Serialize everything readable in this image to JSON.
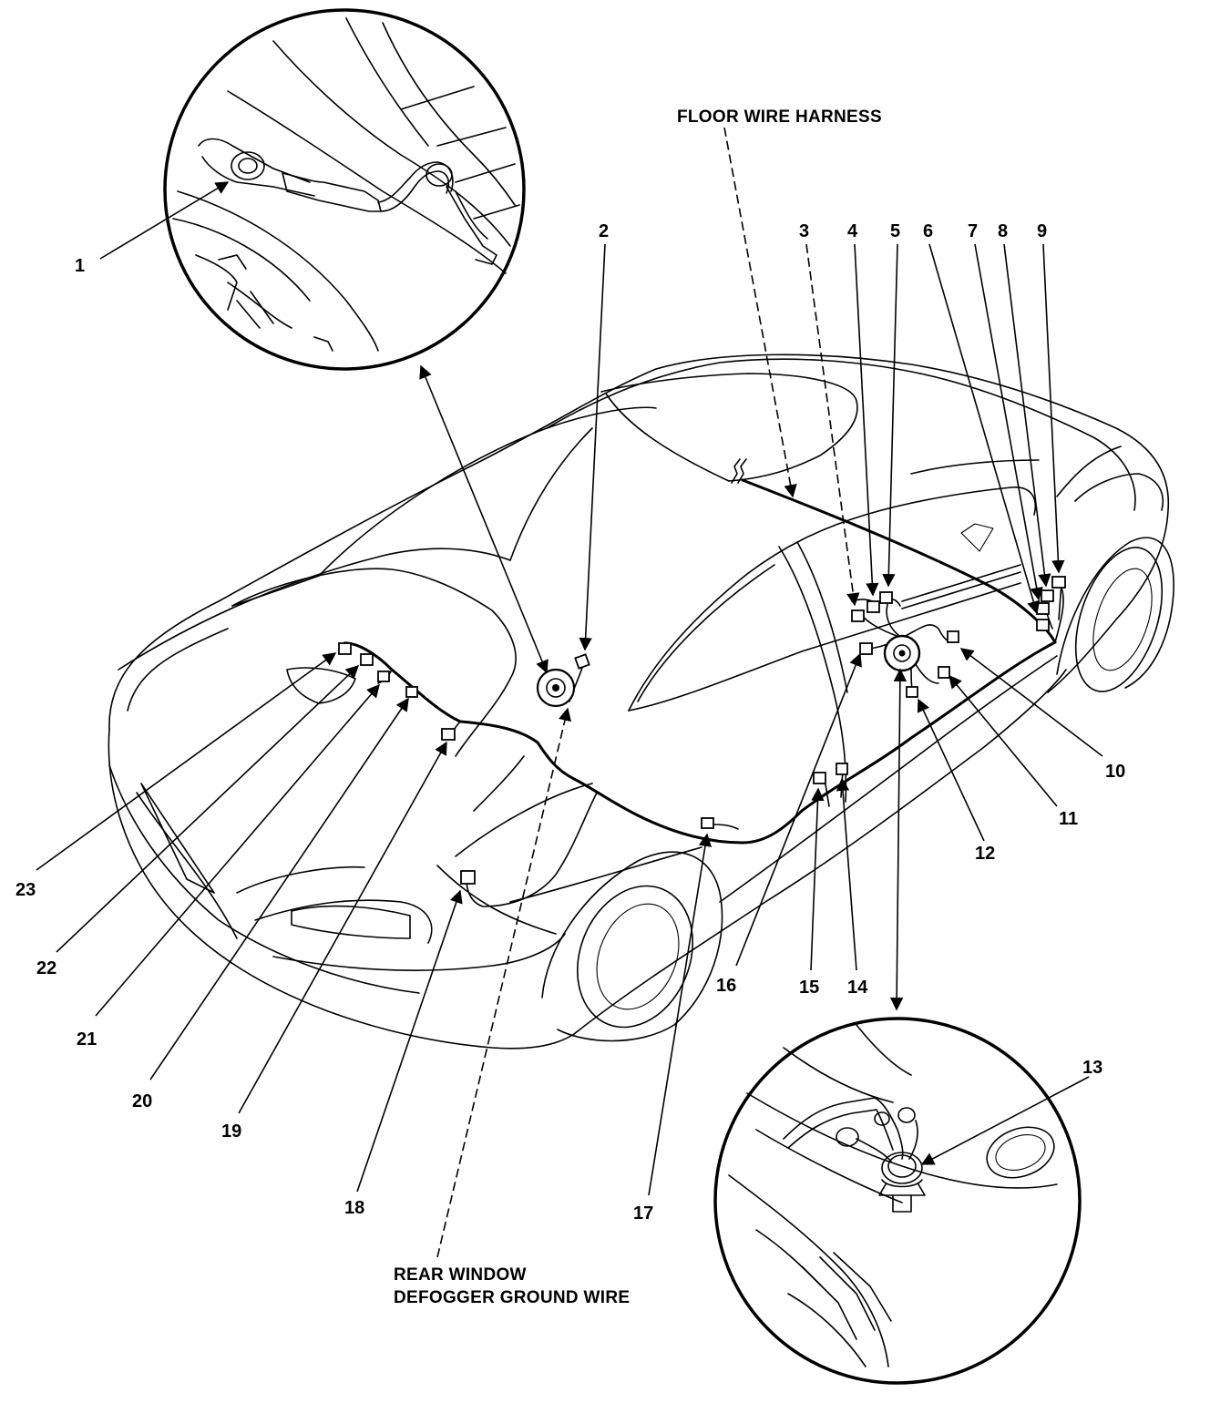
{
  "captions": {
    "floor_harness": "FLOOR WIRE HARNESS",
    "defogger_line1": "REAR WINDOW",
    "defogger_line2": "DEFOGGER GROUND WIRE"
  },
  "callouts": [
    "1",
    "2",
    "3",
    "4",
    "5",
    "6",
    "7",
    "8",
    "9",
    "10",
    "11",
    "12",
    "13",
    "14",
    "15",
    "16",
    "17",
    "18",
    "19",
    "20",
    "21",
    "22",
    "23"
  ],
  "icons": {
    "car": "car-outline-icon",
    "detail_top": "magnified-view-icon",
    "detail_bottom": "magnified-view-icon"
  }
}
